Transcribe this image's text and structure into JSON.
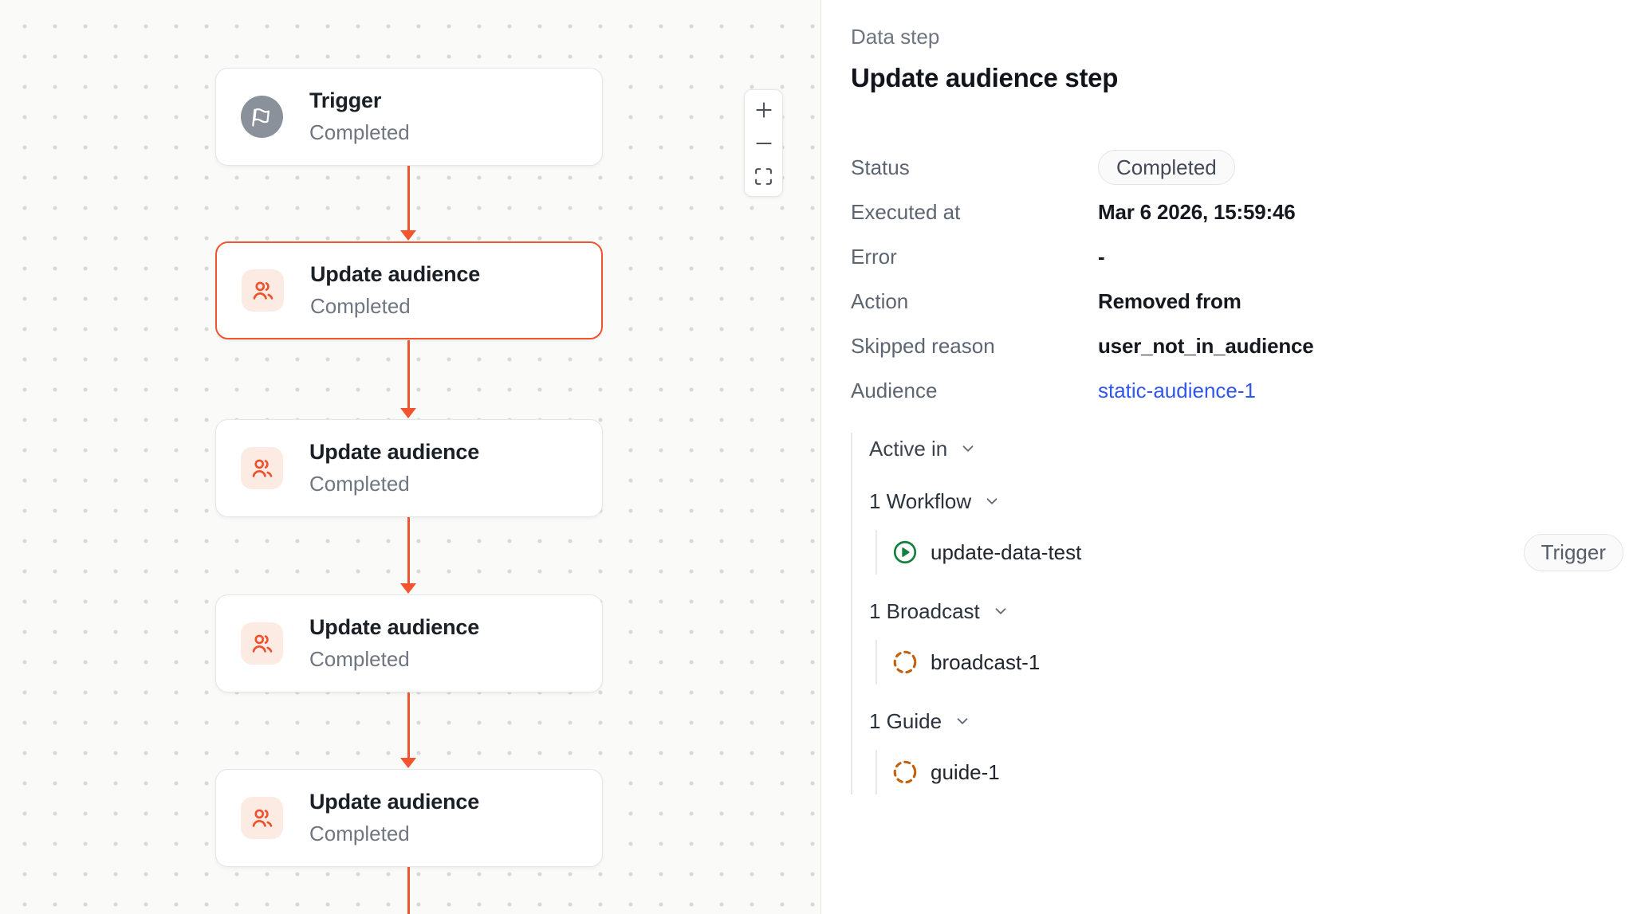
{
  "canvas": {
    "nodes": [
      {
        "title": "Trigger",
        "status": "Completed",
        "icon": "flag-icon",
        "selected": false
      },
      {
        "title": "Update audience",
        "status": "Completed",
        "icon": "users-icon",
        "selected": true
      },
      {
        "title": "Update audience",
        "status": "Completed",
        "icon": "users-icon",
        "selected": false
      },
      {
        "title": "Update audience",
        "status": "Completed",
        "icon": "users-icon",
        "selected": false
      },
      {
        "title": "Update audience",
        "status": "Completed",
        "icon": "users-icon",
        "selected": false
      }
    ],
    "zoom_controls": [
      {
        "icon": "plus-icon",
        "action": "zoom-in"
      },
      {
        "icon": "minus-icon",
        "action": "zoom-out"
      },
      {
        "icon": "fit-view-icon",
        "action": "fit-view"
      }
    ]
  },
  "panel": {
    "kicker": "Data step",
    "title": "Update audience step",
    "fields": [
      {
        "label": "Status",
        "value": "Completed",
        "type": "badge"
      },
      {
        "label": "Executed at",
        "value": "Mar 6 2026, 15:59:46",
        "type": "text"
      },
      {
        "label": "Error",
        "value": "-",
        "type": "text"
      },
      {
        "label": "Action",
        "value": "Removed from",
        "type": "text"
      },
      {
        "label": "Skipped reason",
        "value": "user_not_in_audience",
        "type": "text"
      },
      {
        "label": "Audience",
        "value": "static-audience-1",
        "type": "link"
      }
    ],
    "active_in": {
      "header": "Active in",
      "groups": [
        {
          "label": "1 Workflow",
          "items": [
            {
              "name": "update-data-test",
              "icon": "play-circle-icon",
              "badge": "Trigger"
            }
          ]
        },
        {
          "label": "1 Broadcast",
          "items": [
            {
              "name": "broadcast-1",
              "icon": "dashed-circle-icon"
            }
          ]
        },
        {
          "label": "1 Guide",
          "items": [
            {
              "name": "guide-1",
              "icon": "dashed-circle-icon"
            }
          ]
        }
      ]
    }
  },
  "colors": {
    "accent": "#f2542f",
    "accent_icon_bg": "#fcebe3",
    "trigger_circle": "#8a919b",
    "link_blue": "#3156ee",
    "play_green": "#15803d",
    "dashed_orange": "#c2610c",
    "canvas_bg": "#fafaf9"
  }
}
